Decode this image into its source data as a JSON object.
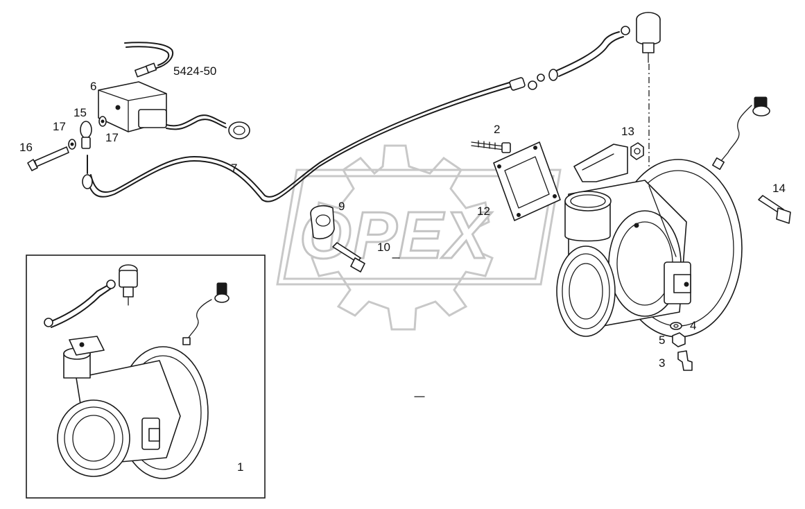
{
  "watermark": {
    "text": "OPEX"
  },
  "labels": {
    "p1": "1",
    "p2": "2",
    "p3": "3",
    "p4": "4",
    "p5": "5",
    "p6": "6",
    "p7": "7",
    "p9": "9",
    "p10": "10",
    "p12": "12",
    "p13": "13",
    "p14": "14",
    "p15": "15",
    "p16": "16",
    "p17a": "17",
    "p17b": "17",
    "ref": "5424-50"
  }
}
